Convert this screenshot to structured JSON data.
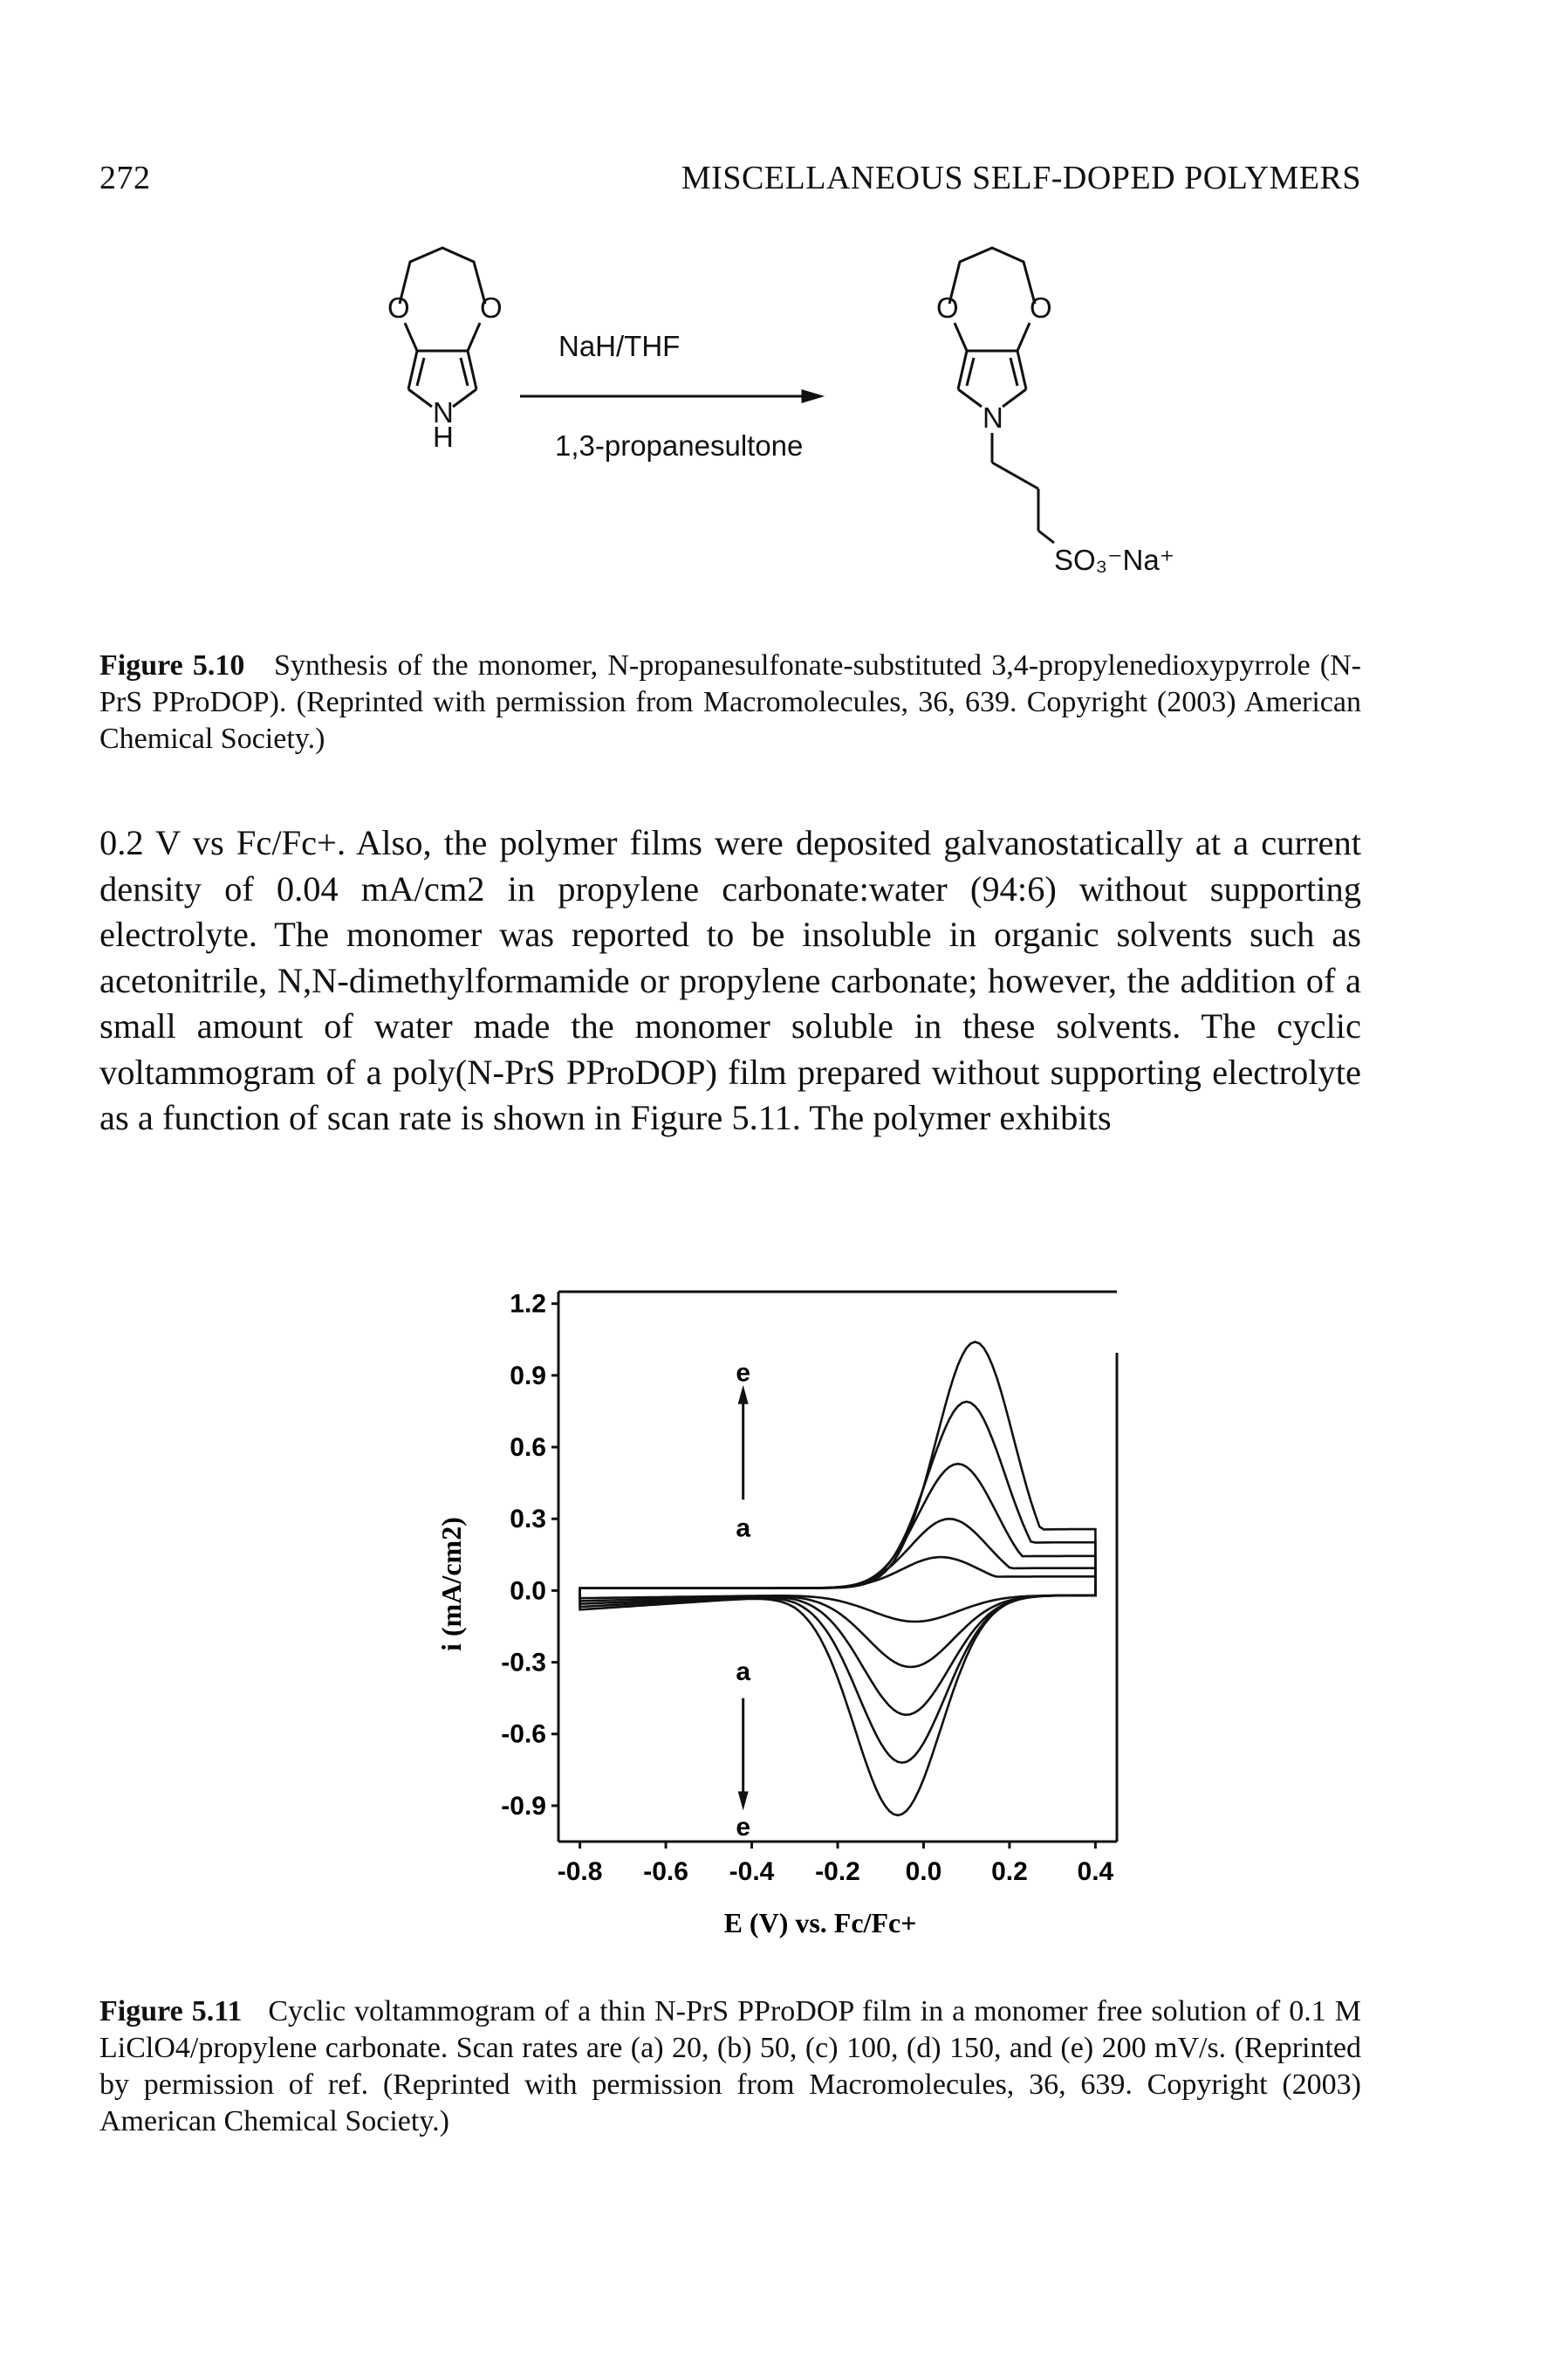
{
  "header": {
    "page_number": "272",
    "running_head": "MISCELLANEOUS SELF-DOPED POLYMERS"
  },
  "scheme": {
    "reactant_atoms": {
      "o_left": "O",
      "o_right": "O",
      "n": "N",
      "h": "H"
    },
    "reagent_top": "NaH/THF",
    "reagent_bottom": "1,3-propanesultone",
    "product_atoms": {
      "o_left": "O",
      "o_right": "O",
      "n": "N",
      "end_group": "SO₃⁻Na⁺"
    }
  },
  "figure_510_caption": {
    "label": "Figure 5.10",
    "text": "Synthesis of the monomer, N-propanesulfonate-substituted 3,4-propylenedioxypyrrole (N-PrS PProDOP). (Reprinted with permission from Macromolecules, 36, 639. Copyright (2003) American Chemical Society.)"
  },
  "body_text": "0.2 V vs Fc/Fc+. Also, the polymer films were deposited galvanostatically at a current density of 0.04 mA/cm2 in propylene carbonate:water (94:6) without supporting electrolyte. The monomer was reported to be insoluble in organic solvents such as acetonitrile, N,N-dimethylformamide or propylene carbonate; however, the addition of a small amount of water made the monomer soluble in these solvents. The cyclic voltammogram of a poly(N-PrS PProDOP) film prepared without supporting electrolyte as a function of scan rate is shown in Figure 5.11. The polymer exhibits",
  "chart_data": {
    "type": "line",
    "title": "",
    "xlabel": "E (V) vs. Fc/Fc+",
    "ylabel": "i (mA/cm2)",
    "xlim": [
      -0.85,
      0.45
    ],
    "ylim": [
      -1.05,
      1.25
    ],
    "xticks": [
      "-0.8",
      "-0.6",
      "-0.4",
      "-0.2",
      "0.0",
      "0.2",
      "0.4"
    ],
    "yticks": [
      "1.2",
      "0.9",
      "0.6",
      "0.3",
      "0.0",
      "-0.3",
      "-0.6",
      "-0.9"
    ],
    "annotations": {
      "upper_top": "e",
      "upper_bottom": "a",
      "lower_top": "a",
      "lower_bottom": "e"
    },
    "series": [
      {
        "anodic_peak": 0.13,
        "cathodic_peak": -0.11
      },
      {
        "anodic_peak": 0.29,
        "cathodic_peak": -0.3
      },
      {
        "anodic_peak": 0.52,
        "cathodic_peak": -0.5
      },
      {
        "anodic_peak": 0.78,
        "cathodic_peak": -0.7
      },
      {
        "anodic_peak": 1.03,
        "cathodic_peak": -0.92
      }
    ]
  },
  "figure_511_caption": {
    "label": "Figure 5.11",
    "text": "Cyclic voltammogram of a thin N-PrS PProDOP film in a monomer free solution of 0.1 M LiClO4/propylene carbonate. Scan rates are (a) 20, (b) 50, (c) 100, (d) 150, and (e) 200 mV/s. (Reprinted by permission of ref. (Reprinted with permission from Macromolecules, 36, 639. Copyright (2003) American Chemical Society.)"
  }
}
